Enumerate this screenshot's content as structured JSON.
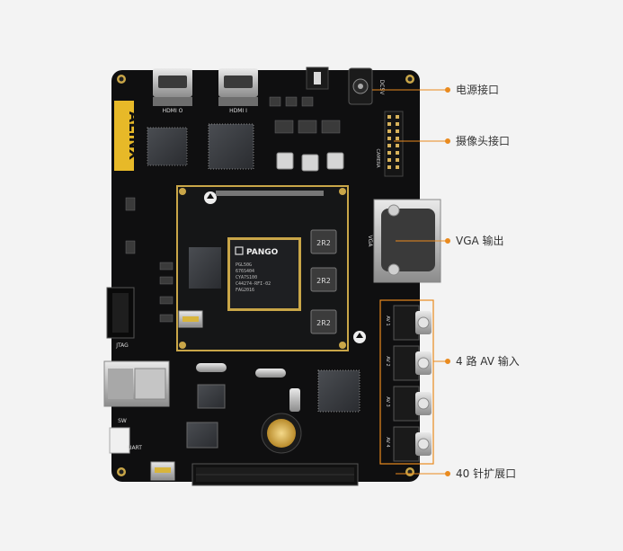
{
  "board": {
    "brand": "ALINX",
    "chip_brand": "PANGO",
    "chip_lines": [
      "PGL50G",
      "676S404",
      "CYA7S100",
      "C44274-RFI-02",
      "FAG2016"
    ],
    "port_labels": {
      "hdmi_o": "HDMI O",
      "hdmi_i": "HDMI I",
      "jtag": "JTAG",
      "sw": "SW",
      "uart": "UART",
      "vga": "VGA",
      "av_1": "AV 1",
      "av_2": "AV 2",
      "av_3": "AV 3",
      "av_4": "AV 4",
      "dc5v": "DC5V",
      "camera": "CAMERA",
      "inductor": "2R2"
    }
  },
  "callouts": {
    "power": "电源接口",
    "camera": "摄像头接口",
    "vga": "VGA 输出",
    "av": "4 路 AV 输入",
    "expansion": "40 针扩展口"
  },
  "colors": {
    "background": "#f3f3f3",
    "pcb": "#0f0f10",
    "accent_orange": "#e98a1e",
    "gold": "#c9a648"
  }
}
